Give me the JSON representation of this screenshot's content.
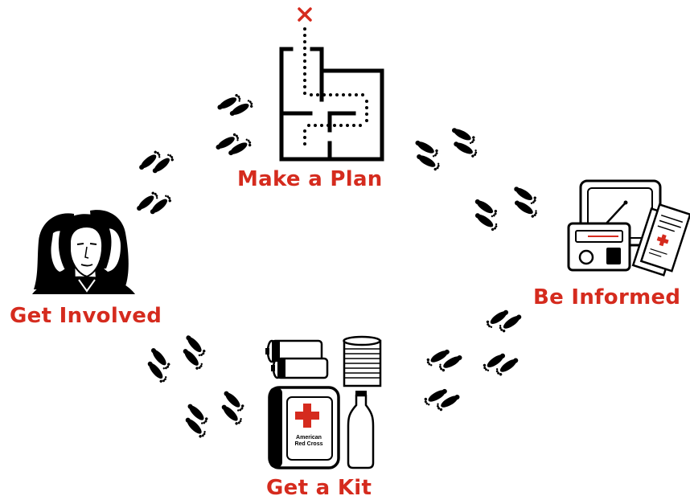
{
  "steps": {
    "plan": {
      "label": "Make a Plan",
      "icon": "floor-plan-icon"
    },
    "informed": {
      "label": "Be Informed",
      "icon": "media-icon"
    },
    "involved": {
      "label": "Get Involved",
      "icon": "people-icon"
    },
    "kit": {
      "label": "Get a Kit",
      "icon": "supplies-icon"
    }
  },
  "kit_logo": {
    "line1": "American",
    "line2": "Red Cross"
  },
  "colors": {
    "accent": "#d52b1e",
    "ink": "#000000",
    "background": "#ffffff"
  }
}
